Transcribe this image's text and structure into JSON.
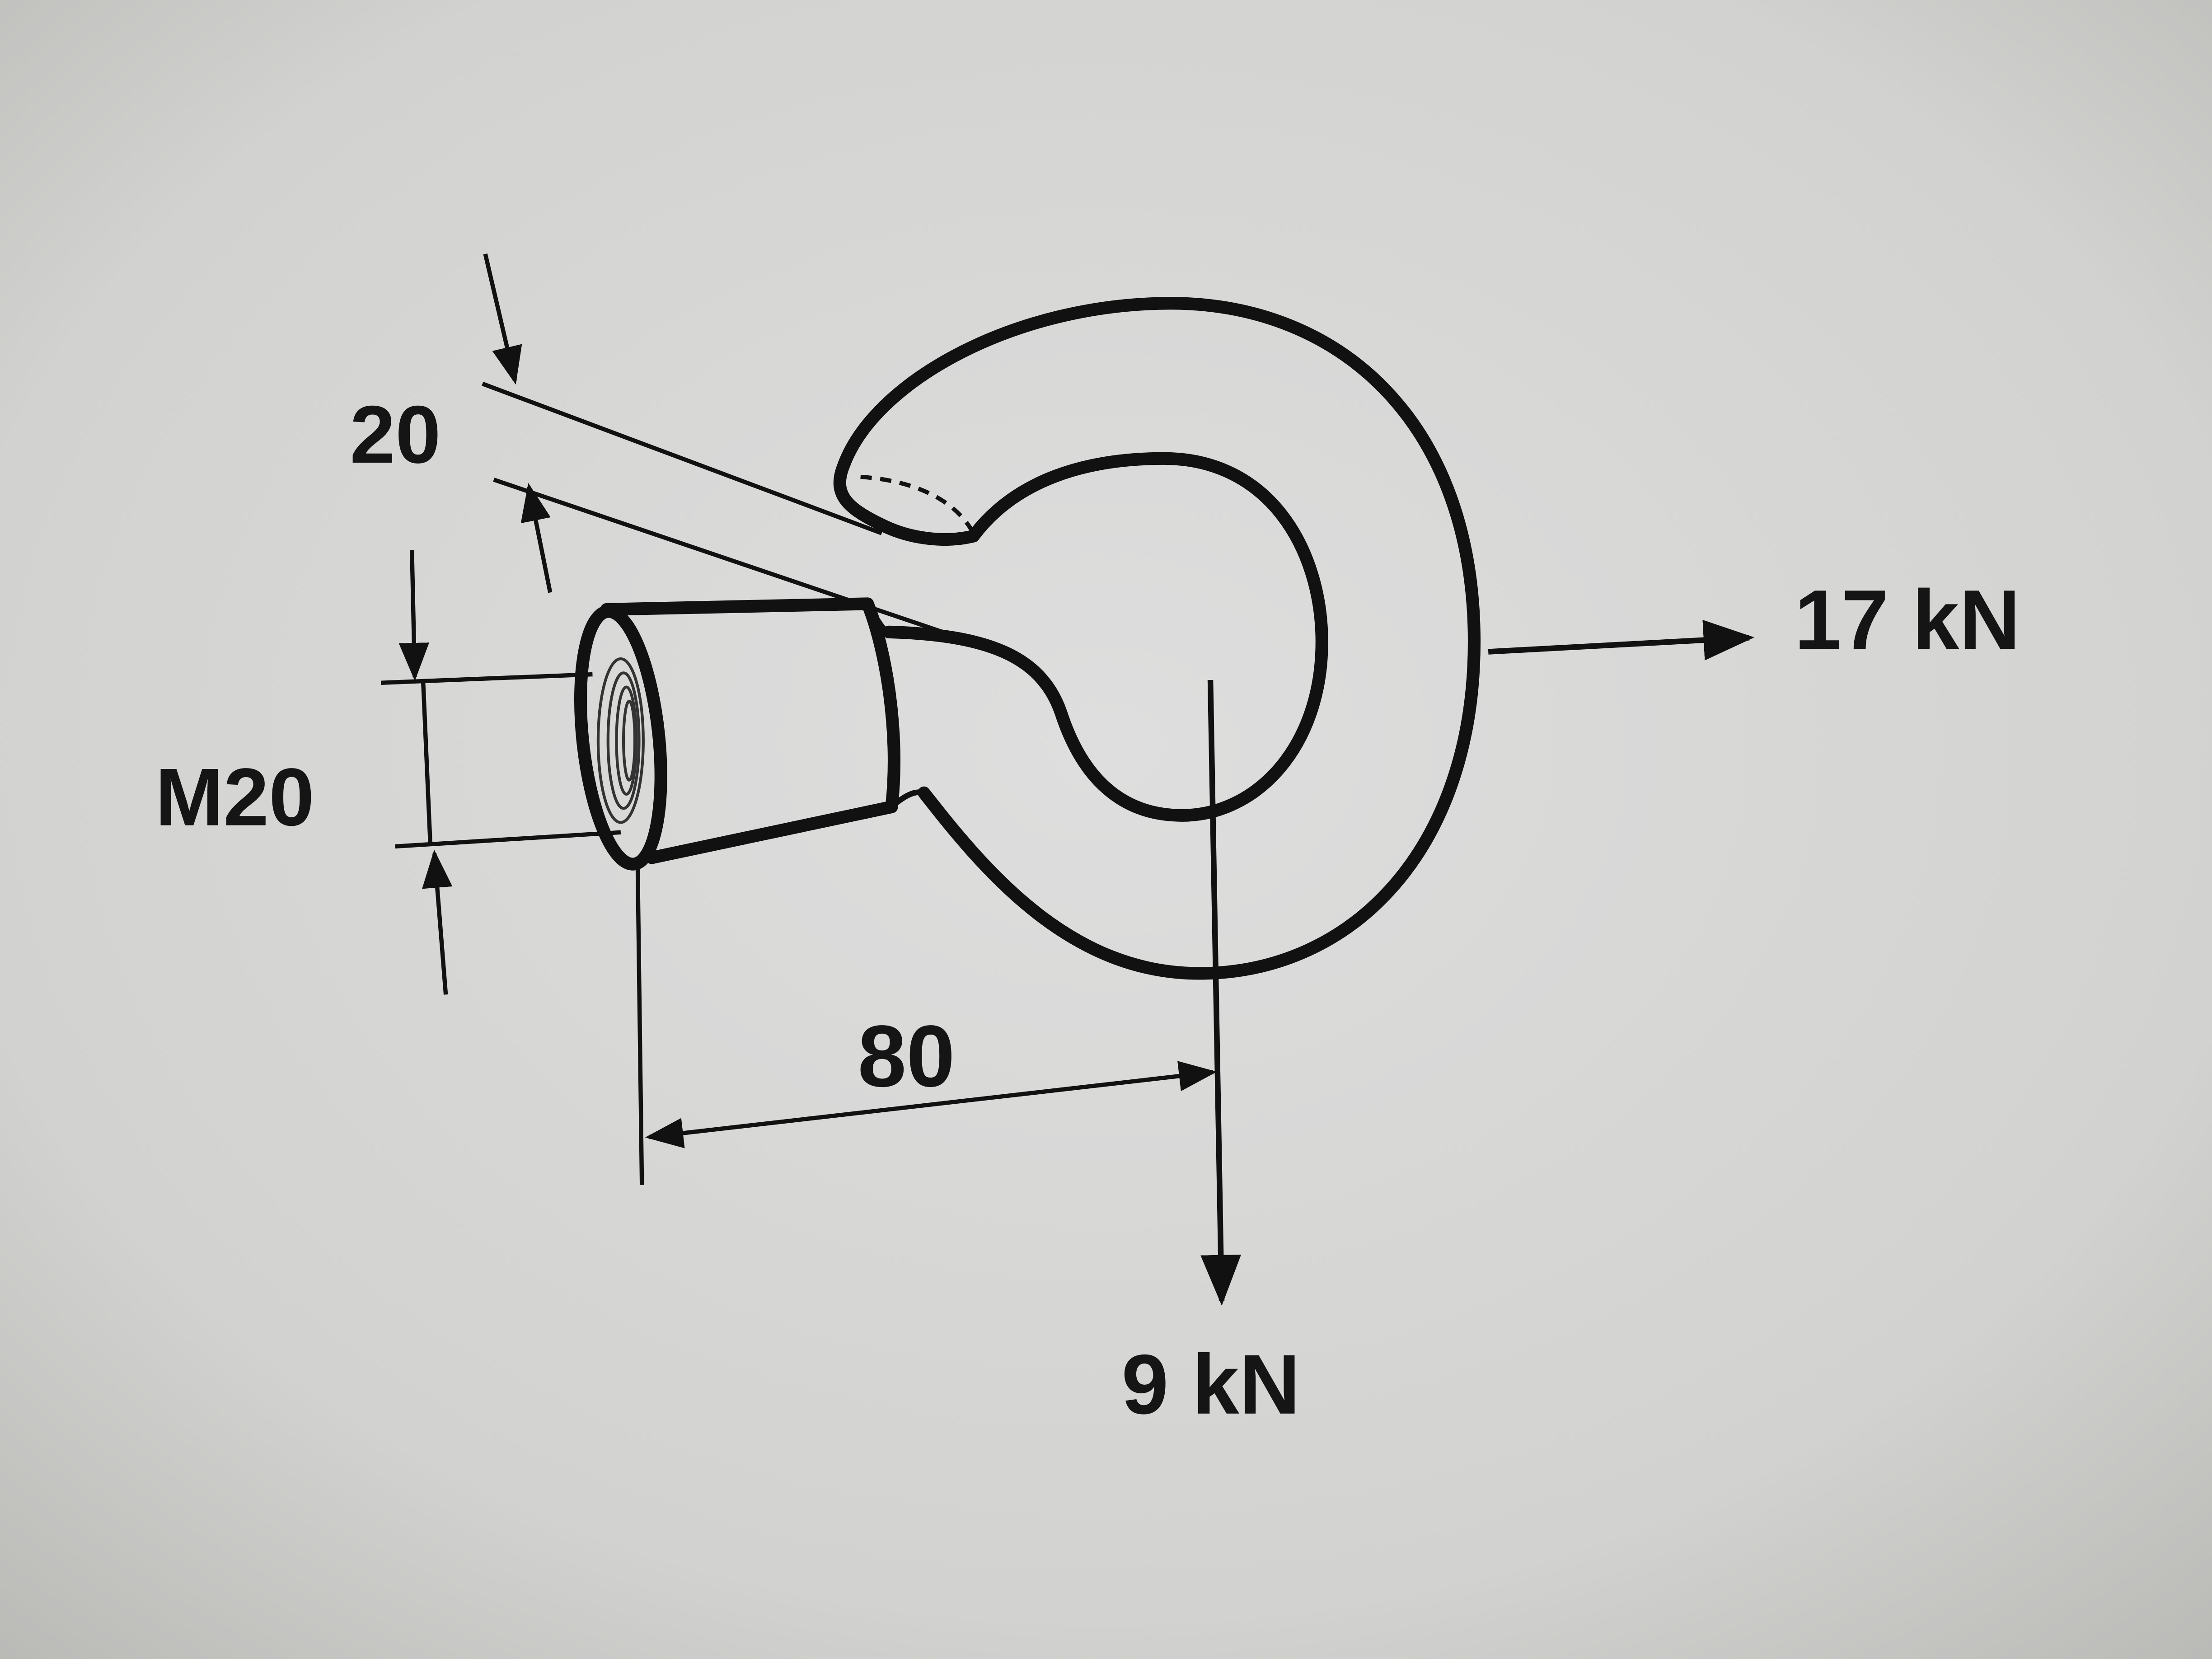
{
  "diagram": {
    "dimensions": {
      "section_thickness": "20",
      "thread_size": "M20",
      "lever_arm": "80"
    },
    "forces": {
      "horizontal": "17 kN",
      "vertical": "9 kN"
    },
    "colors": {
      "background": "#cfcfcd",
      "ink": "#111111"
    }
  }
}
